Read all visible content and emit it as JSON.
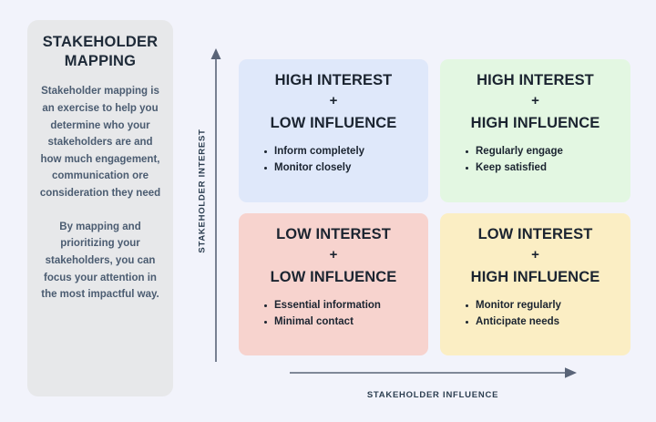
{
  "background_color": "#f2f3fb",
  "sidebar": {
    "title": "STAKEHOLDER MAPPING",
    "card_color": "#e7e8ea",
    "paragraphs": [
      "Stakeholder mapping is an exercise to help you determine who your stakeholders are and how much engagement, communication ore consideration they need",
      "By mapping and prioritizing your stakeholders, you can focus your attention in the most impactful way."
    ]
  },
  "axes": {
    "y_label": "STAKEHOLDER INTEREST",
    "x_label": "STAKEHOLDER INFLUENCE",
    "axis_color": "#5a6478"
  },
  "quadrants": [
    {
      "id": "top-left",
      "line1": "HIGH INTEREST",
      "plus": "+",
      "line2": "LOW INFLUENCE",
      "bullets": [
        "Inform completely",
        "Monitor closely"
      ],
      "color": "#dfe8fa"
    },
    {
      "id": "top-right",
      "line1": "HIGH INTEREST",
      "plus": "+",
      "line2": "HIGH INFLUENCE",
      "bullets": [
        "Regularly engage",
        "Keep satisfied"
      ],
      "color": "#e3f7e2"
    },
    {
      "id": "bottom-left",
      "line1": "LOW INTEREST",
      "plus": "+",
      "line2": "LOW INFLUENCE",
      "bullets": [
        "Essential information",
        "Minimal contact"
      ],
      "color": "#f7d3ce"
    },
    {
      "id": "bottom-right",
      "line1": "LOW INTEREST",
      "plus": "+",
      "line2": "HIGH INFLUENCE",
      "bullets": [
        "Monitor regularly",
        "Anticipate needs"
      ],
      "color": "#fbeec4"
    }
  ]
}
